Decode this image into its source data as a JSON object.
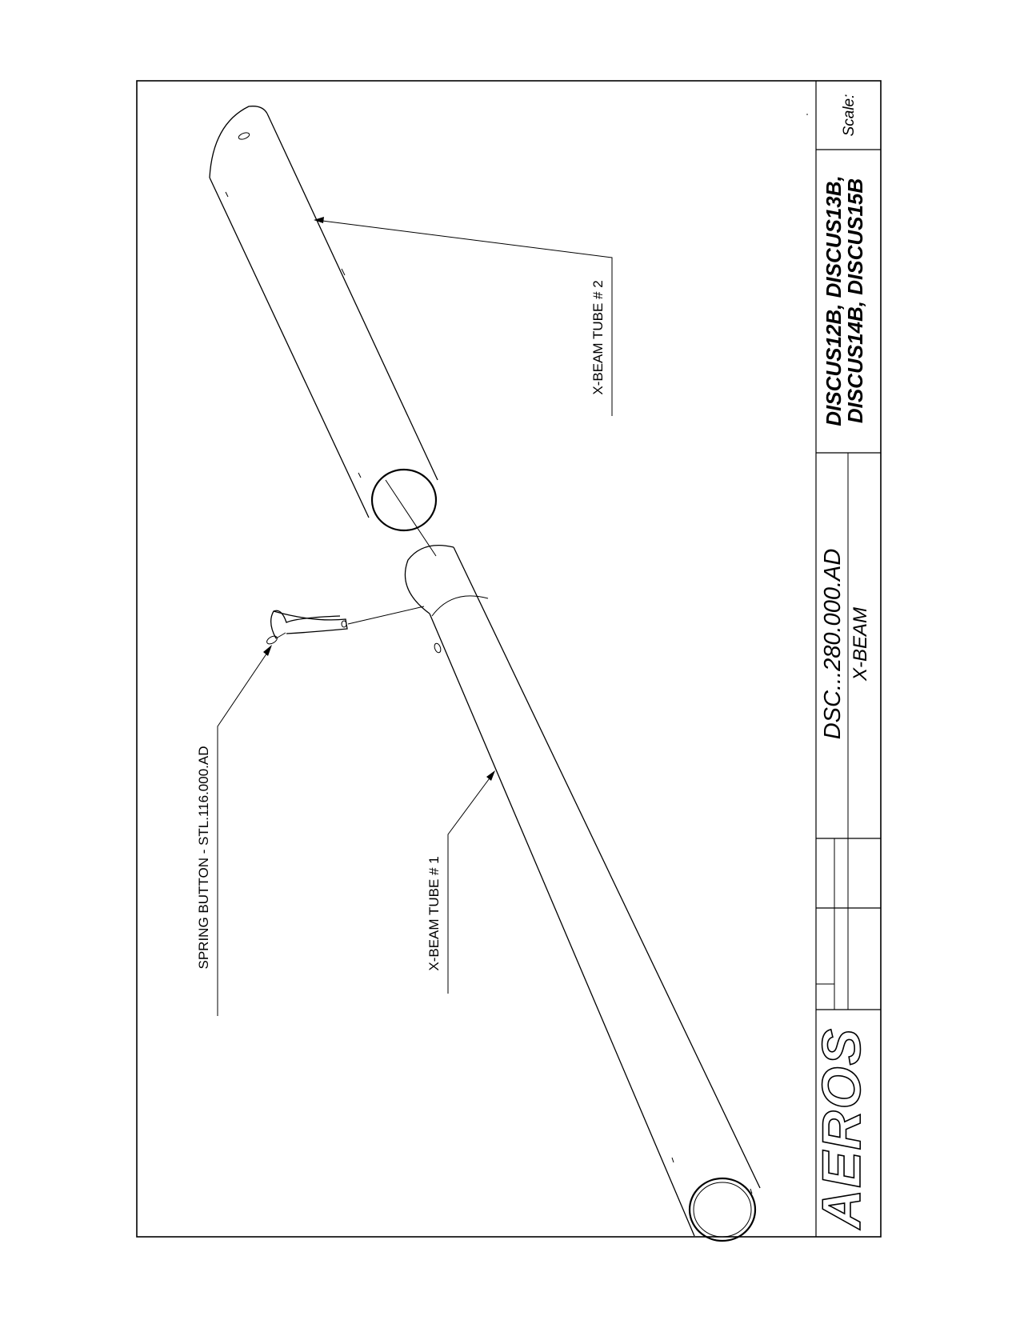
{
  "drawing": {
    "callouts": {
      "tube2": "X-BEAM TUBE # 2",
      "tube1": "X-BEAM TUBE # 1",
      "spring_button": "SPRING BUTTON - STL.116.000.AD"
    },
    "title_block": {
      "logo": "AEROS",
      "drawing_number": "DSC...280.000.AD",
      "drawing_title": "X-BEAM",
      "models_line1": "DISCUS12B, DISCUS13B,",
      "models_line2": "DISCUS14B, DISCUS15B",
      "scale_label": "Scale:"
    }
  }
}
